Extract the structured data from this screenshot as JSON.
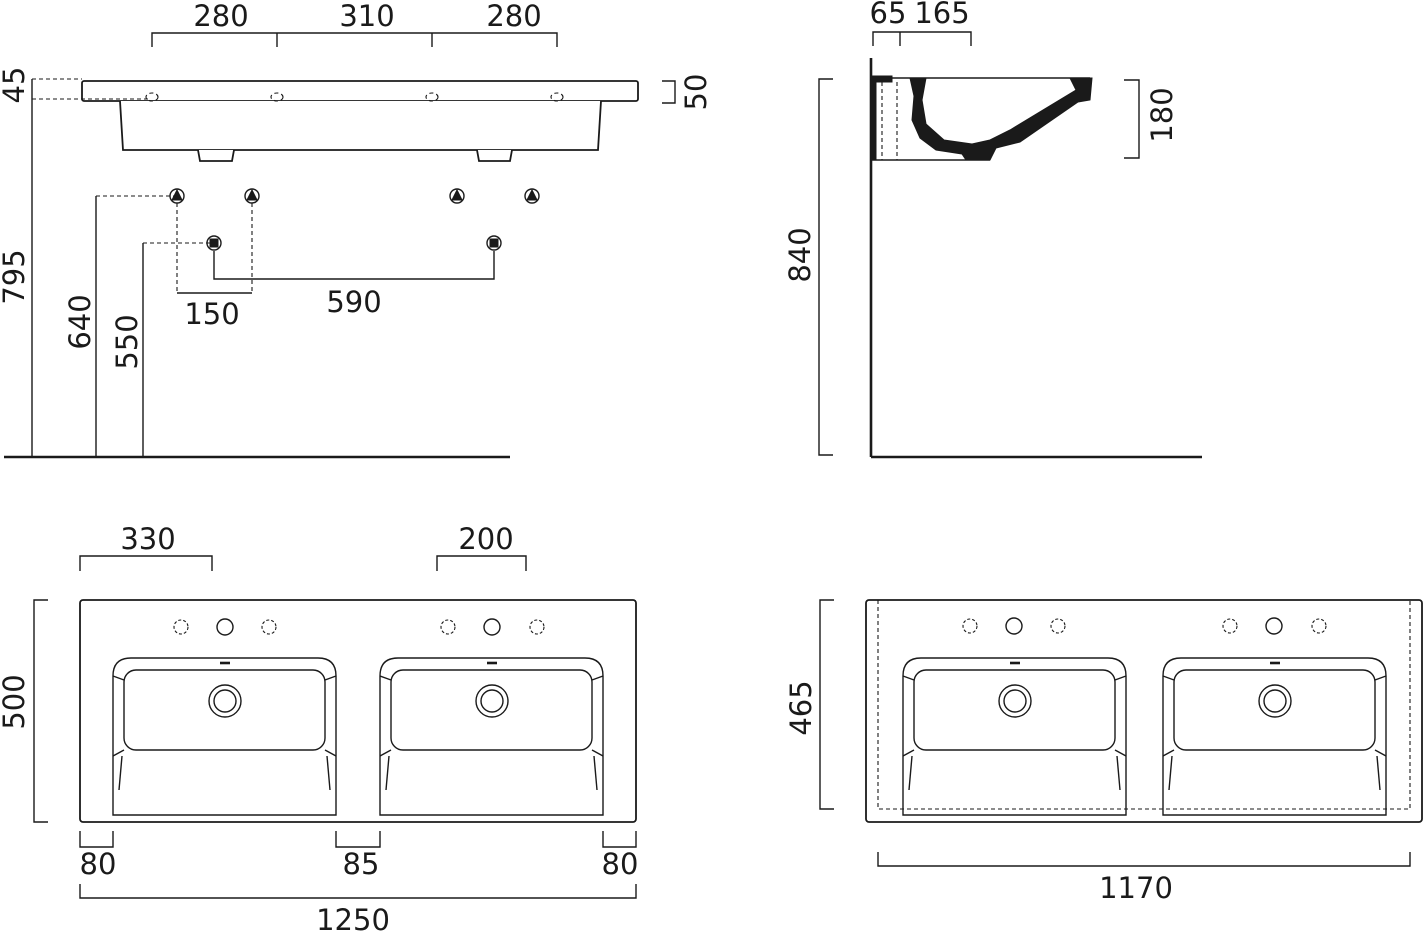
{
  "front_elevation": {
    "top_spacings": [
      "280",
      "310",
      "280"
    ],
    "top_thickness": "45",
    "right_thickness": "50",
    "total_height": "795",
    "supply_height": "640",
    "waste_height": "550",
    "supply_spacing": "150",
    "waste_spacing": "590"
  },
  "side_section": {
    "offset_a": "65",
    "offset_b": "165",
    "basin_depth": "180",
    "total_height": "840"
  },
  "top_plan": {
    "tap_offset": "330",
    "tap_spacing": "200",
    "depth": "500",
    "left_edge": "80",
    "middle_gap": "85",
    "right_edge": "80",
    "total_width": "1250"
  },
  "top_plan_cutout": {
    "depth": "465",
    "width": "1170"
  },
  "colors": {
    "line": "#1a1a1a",
    "background": "#ffffff"
  }
}
